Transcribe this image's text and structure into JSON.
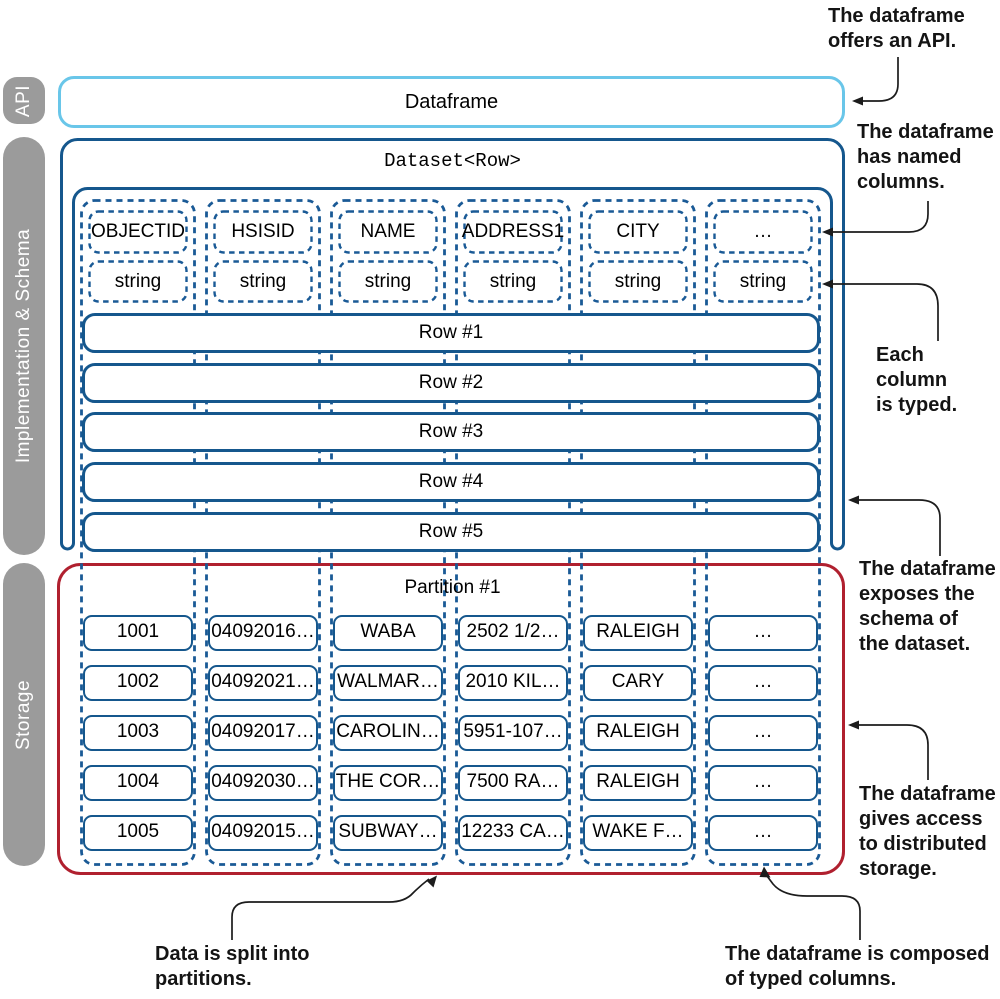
{
  "colors": {
    "api_border": "#69c6e9",
    "dataset_border": "#15578d",
    "dashed_blue": "#1a5a96",
    "partition_border": "#b0202f",
    "sidebar_gray": "#9b9b9b"
  },
  "sidebar": {
    "api_label": "API",
    "implementation_label": "Implementation & Schema",
    "storage_label": "Storage"
  },
  "api_layer": {
    "dataframe_title": "Dataframe"
  },
  "dataset_layer": {
    "title": "Dataset<Row>",
    "row_labels": [
      "Row #1",
      "Row #2",
      "Row #3",
      "Row #4",
      "Row #5"
    ]
  },
  "schema": {
    "columns": [
      {
        "name": "OBJECTID",
        "type": "string"
      },
      {
        "name": "HSISID",
        "type": "string"
      },
      {
        "name": "NAME",
        "type": "string"
      },
      {
        "name": "ADDRESS1",
        "type": "string"
      },
      {
        "name": "CITY",
        "type": "string"
      },
      {
        "name": "…",
        "type": "string"
      }
    ]
  },
  "storage": {
    "partition_title": "Partition #1",
    "cells": [
      [
        "1001",
        "04092016…",
        "WABA",
        "2502 1/2…",
        "RALEIGH",
        "…"
      ],
      [
        "1002",
        "04092021…",
        "WALMAR…",
        "2010 KIL…",
        "CARY",
        "…"
      ],
      [
        "1003",
        "04092017…",
        "CAROLIN…",
        "5951-107…",
        "RALEIGH",
        "…"
      ],
      [
        "1004",
        "04092030…",
        "THE COR…",
        "7500 RA…",
        "RALEIGH",
        "…"
      ],
      [
        "1005",
        "04092015…",
        "SUBWAY…",
        "12233 CA…",
        "WAKE F…",
        "…"
      ]
    ]
  },
  "annotations": {
    "offers_api": "The dataframe\noffers an API.",
    "named_columns": "The dataframe\nhas named\ncolumns.",
    "column_typed": "Each column\nis typed.",
    "exposes_schema": "The dataframe\nexposes the\nschema of\nthe dataset.",
    "distributed_storage": "The dataframe\ngives access\nto distributed\nstorage.",
    "split_partitions": "Data is split into\npartitions.",
    "composed_columns": "The dataframe is composed\nof typed columns."
  }
}
